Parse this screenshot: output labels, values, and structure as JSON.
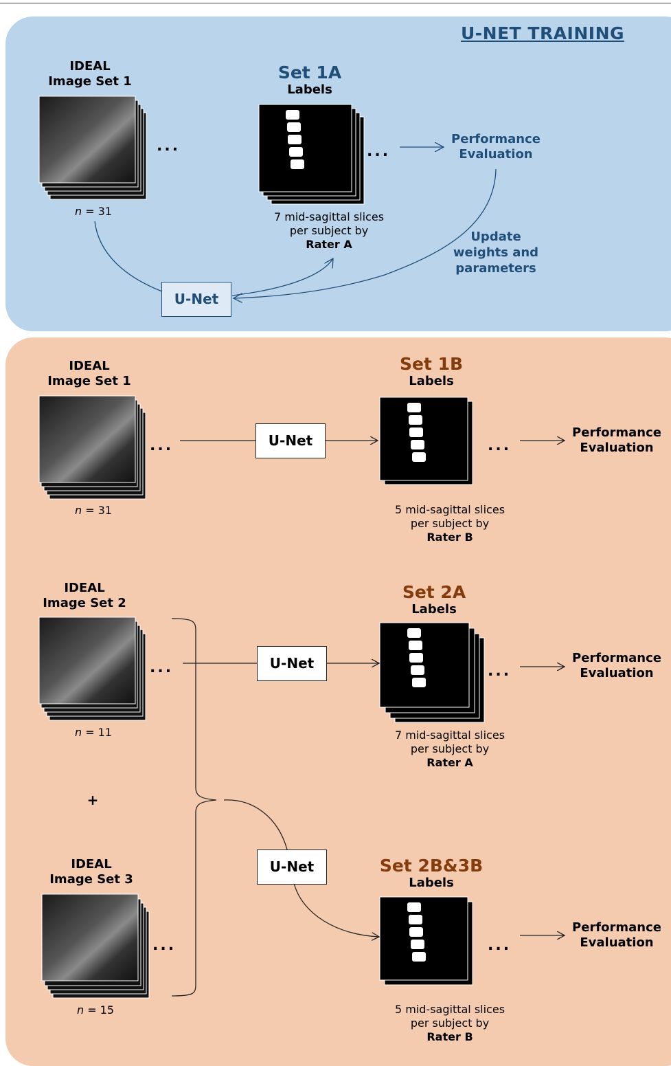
{
  "training": {
    "title": "U-NET TRAINING",
    "image_set": {
      "line1": "IDEAL",
      "line2": "Image Set 1",
      "n_label": "n",
      "n_value": "= 31"
    },
    "labels": {
      "set": "Set 1A",
      "label": "Labels",
      "line1": "7 mid-sagittal slices",
      "line2": "per subject by",
      "rater": "Rater A"
    },
    "performance": {
      "line1": "Performance",
      "line2": "Evaluation"
    },
    "update": {
      "line1": "Update",
      "line2": "weights and",
      "line3": "parameters"
    },
    "unet": "U-Net",
    "dots": "..."
  },
  "testing": {
    "row1": {
      "image_set": {
        "line1": "IDEAL",
        "line2": "Image Set 1",
        "n_label": "n",
        "n_value": "= 31"
      },
      "unet": "U-Net",
      "labels": {
        "set": "Set 1B",
        "label": "Labels",
        "line1": "5 mid-sagittal slices",
        "line2": "per subject by",
        "rater": "Rater B"
      },
      "performance": {
        "line1": "Performance",
        "line2": "Evaluation"
      }
    },
    "row2": {
      "image_set": {
        "line1": "IDEAL",
        "line2": "Image Set 2",
        "n_label": "n",
        "n_value": "= 11"
      },
      "unet": "U-Net",
      "labels": {
        "set": "Set 2A",
        "label": "Labels",
        "line1": "7 mid-sagittal slices",
        "line2": "per subject by",
        "rater": "Rater A"
      },
      "performance": {
        "line1": "Performance",
        "line2": "Evaluation"
      }
    },
    "plus": "+",
    "row3": {
      "image_set": {
        "line1": "IDEAL",
        "line2": "Image Set 3",
        "n_label": "n",
        "n_value": "= 15"
      },
      "unet": "U-Net",
      "labels": {
        "set": "Set 2B&3B",
        "label": "Labels",
        "line1": "5 mid-sagittal slices",
        "line2": "per subject by",
        "rater": "Rater B"
      },
      "performance": {
        "line1": "Performance",
        "line2": "Evaluation"
      }
    },
    "dots": "..."
  },
  "colors": {
    "training_panel": "#bad4ec",
    "testing_panel": "#f5cbb0",
    "training_text": "#1f4e79",
    "testing_set_text": "#843c0c"
  }
}
